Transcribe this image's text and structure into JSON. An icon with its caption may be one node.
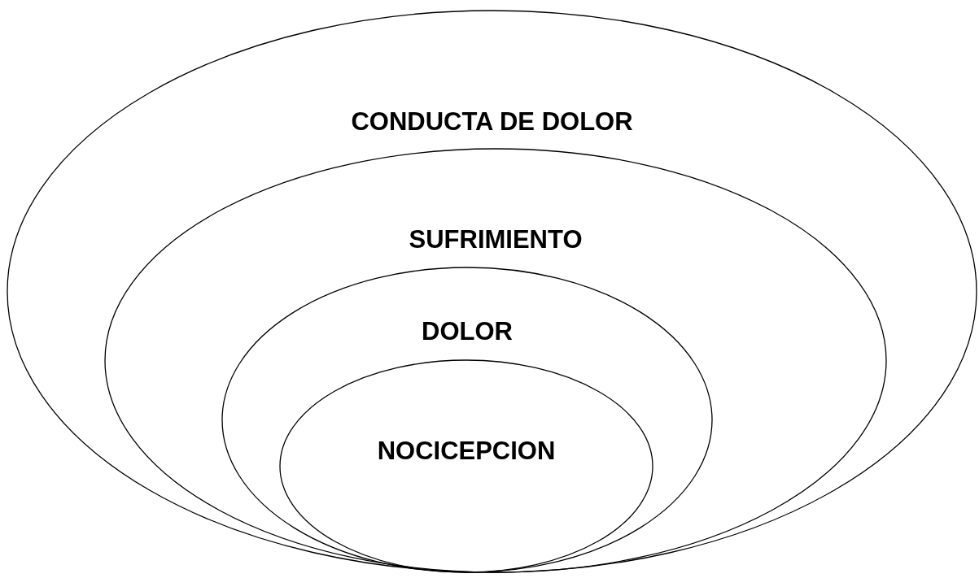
{
  "diagram": {
    "nodes": [
      {
        "text": [
          "CONDUCTA DE DOLOR"
        ]
      },
      {
        "text": [
          "SUFRIMIENTO"
        ],
        "in": 0
      },
      {
        "text": [
          "DOLOR"
        ],
        "in": 1
      },
      {
        "text": [
          "NOCICEPCION"
        ],
        "in": 2
      }
    ]
  }
}
